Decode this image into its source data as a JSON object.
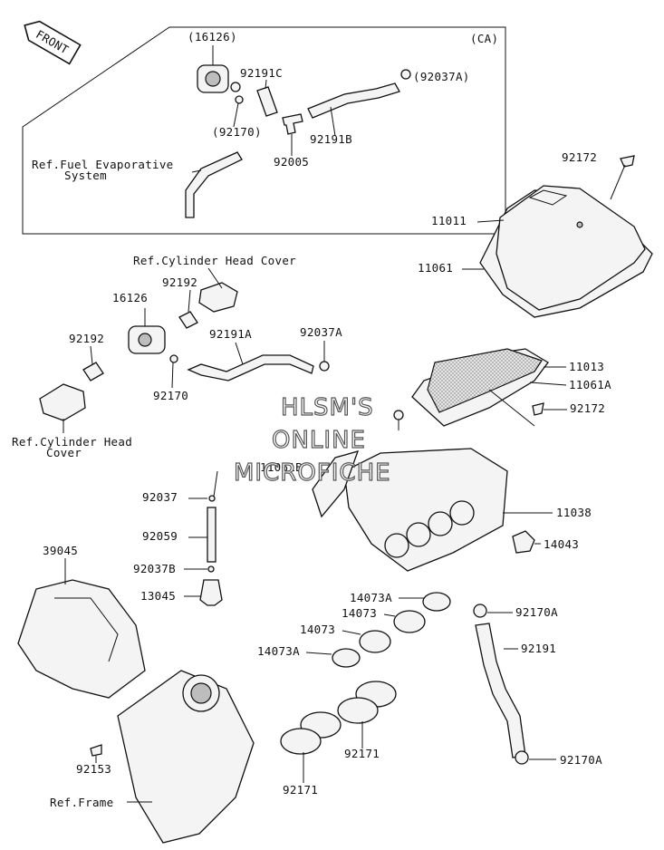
{
  "watermark": {
    "line1": "HLSM'S",
    "line2": "ONLINE",
    "line3": "MICROFICHE"
  },
  "front_label": "FRONT",
  "inset": {
    "region_tag": "(CA)",
    "labels": {
      "p16126": "(16126)",
      "p92191C": "92191C",
      "p92037A": "(92037A)",
      "p92170": "(92170)",
      "p92191B": "92191B",
      "p92005": "92005",
      "ref_fuel_1": "Ref.Fuel Evaporative",
      "ref_fuel_2": "System"
    }
  },
  "labels": {
    "p92172_top": "92172",
    "p11011": "11011",
    "p11061": "11061",
    "ref_cyl_head_1": "Ref.Cylinder Head Cover",
    "p92192_a": "92192",
    "p16126": "16126",
    "p92192_b": "92192",
    "p92191A": "92191A",
    "p92037A": "92037A",
    "p92170": "92170",
    "ref_cyl_head_2a": "Ref.Cylinder Head",
    "ref_cyl_head_2b": "Cover",
    "p11013": "11013",
    "p11061A": "11061A",
    "p92172_mid": "92172",
    "p11061B": "11061B",
    "p92037": "92037",
    "p92059": "92059",
    "p92037B": "92037B",
    "p13045": "13045",
    "p11038": "11038",
    "p14043": "14043",
    "p39045": "39045",
    "p14073A_a": "14073A",
    "p14073_a": "14073",
    "p14073_b": "14073",
    "p14073A_b": "14073A",
    "p92170A_a": "92170A",
    "p92191": "92191",
    "p92153": "92153",
    "p92171_a": "92171",
    "p92171_b": "92171",
    "p92170A_b": "92170A",
    "ref_frame": "Ref.Frame"
  }
}
